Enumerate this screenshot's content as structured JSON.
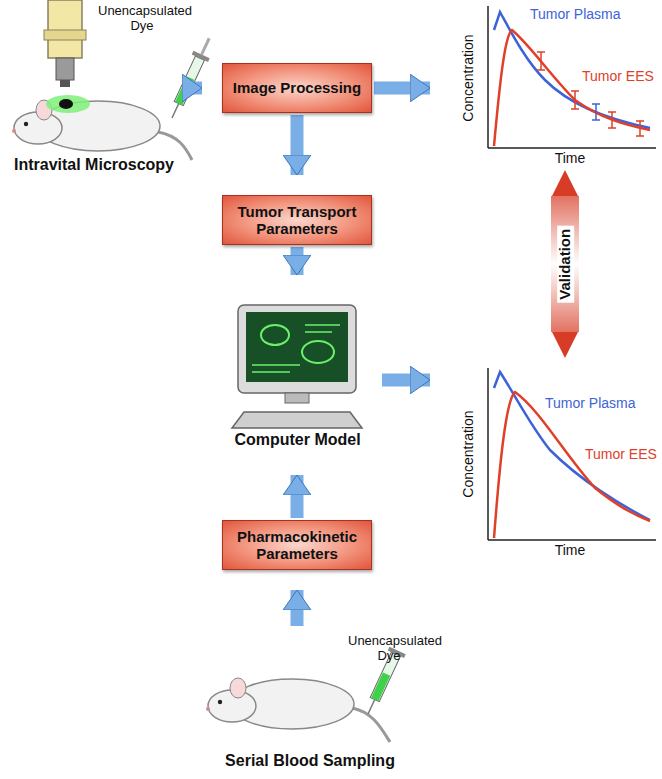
{
  "diagram": {
    "nodes": [
      {
        "text": [
          "Unencapsulated Dye",
          "Intravital Microscopy"
        ]
      },
      {
        "text": [
          "Image Processing"
        ]
      },
      {
        "text": [
          "Tumor Plasma",
          "Tumor EES",
          "Concentration",
          "Time"
        ]
      },
      {
        "text": [
          "Tumor Transport Parameters"
        ]
      },
      {
        "text": [
          "Computer Model"
        ]
      },
      {
        "text": [
          "Tumor Plasma",
          "Tumor EES",
          "Concentration",
          "Time"
        ]
      },
      {
        "text": [
          "Pharmacokinetic Parameters"
        ]
      },
      {
        "text": [
          "Unencapsulated Dye",
          "Serial Blood Sampling"
        ]
      }
    ],
    "edges": [
      {
        "from": 0,
        "to": 1,
        "arrow": "to"
      },
      {
        "from": 1,
        "to": 2,
        "arrow": "to"
      },
      {
        "from": 1,
        "to": 3,
        "arrow": "to"
      },
      {
        "from": 3,
        "to": 4,
        "arrow": "to"
      },
      {
        "from": 4,
        "to": 5,
        "arrow": "to"
      },
      {
        "from": 6,
        "to": 4,
        "arrow": "to"
      },
      {
        "from": 7,
        "to": 6,
        "arrow": "to"
      },
      {
        "from": 2,
        "to": 5,
        "label": "Validation",
        "arrow": "both"
      }
    ]
  }
}
